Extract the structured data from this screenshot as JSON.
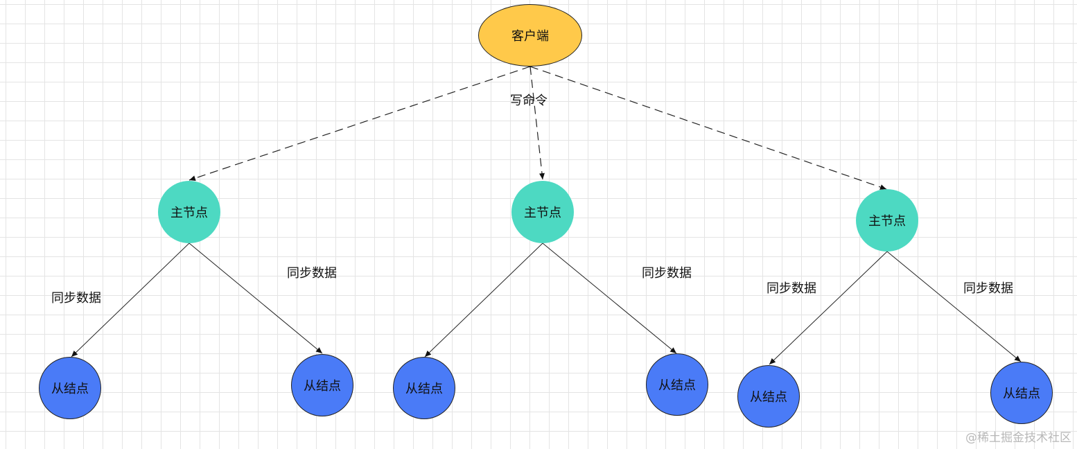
{
  "colors": {
    "client_fill": "#FFC94A",
    "master_fill": "#4DD9C2",
    "slave_fill": "#4A7BF7",
    "edge": "#222222"
  },
  "nodes": {
    "client": "客户端",
    "masters": [
      "主节点",
      "主节点",
      "主节点"
    ],
    "slaves": [
      "从结点",
      "从结点",
      "从结点",
      "从结点",
      "从结点",
      "从结点"
    ]
  },
  "edge_labels": {
    "write_command": "写命令",
    "sync_data": [
      "同步数据",
      "同步数据",
      "同步数据",
      "同步数据",
      "同步数据"
    ]
  },
  "watermark": "@稀土掘金技术社区"
}
